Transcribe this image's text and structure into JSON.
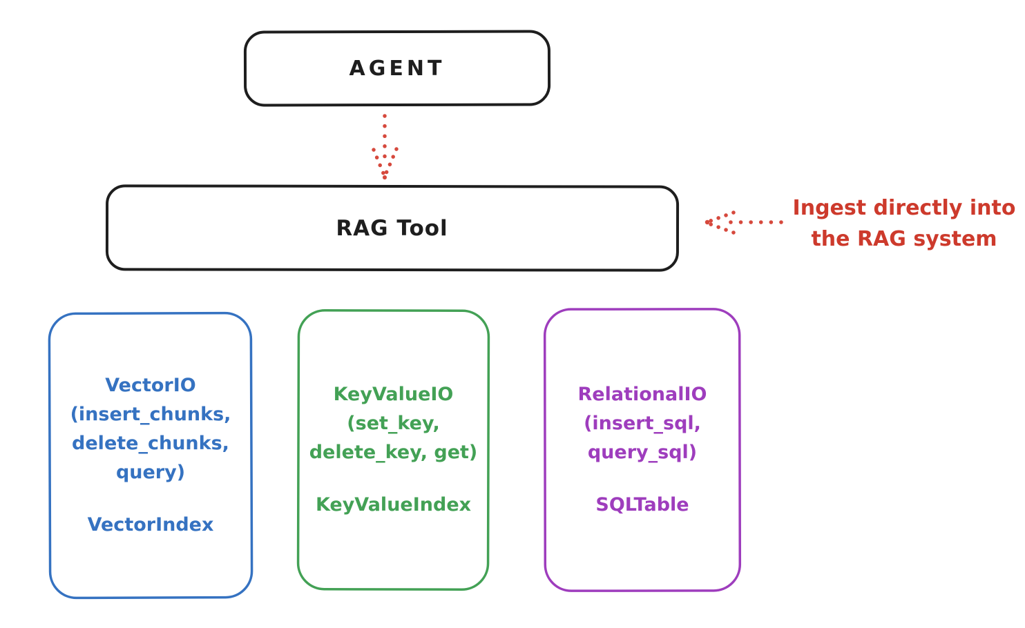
{
  "diagram": {
    "background": "#ffffff",
    "ink": "#1e1e1e"
  },
  "nodes": {
    "agent": {
      "label": "AGENT",
      "color": "#1e1e1e"
    },
    "rag_tool": {
      "label": "RAG Tool",
      "color": "#1e1e1e"
    },
    "vector_io": {
      "color": "#3572c1",
      "lines": [
        "VectorIO",
        "(insert_chunks,",
        "delete_chunks,",
        "query)"
      ],
      "index_label": "VectorIndex"
    },
    "keyvalue_io": {
      "color": "#43a155",
      "lines": [
        "KeyValueIO",
        "(set_key,",
        "delete_key, get)"
      ],
      "index_label": "KeyValueIndex"
    },
    "relational_io": {
      "color": "#9e3dbd",
      "lines": [
        "RelationalIO",
        "(insert_sql,",
        "query_sql)"
      ],
      "index_label": "SQLTable"
    }
  },
  "annotation": {
    "color": "#cd3a2c",
    "lines": [
      "Ingest directly into",
      "the RAG system"
    ]
  },
  "arrows": {
    "color": "#d6493d",
    "agent_to_rag": "dotted arrow from AGENT down to RAG Tool",
    "annotation_to_rag": "dotted arrow from annotation left to RAG Tool"
  }
}
